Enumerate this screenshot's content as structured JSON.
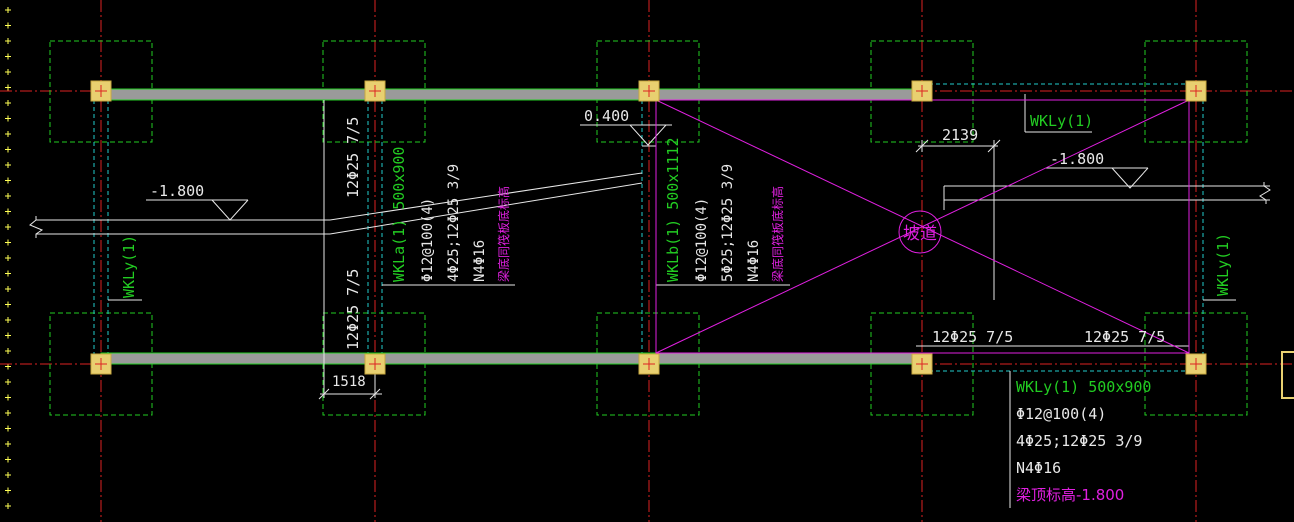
{
  "app": {
    "name": "CAD drawing canvas",
    "background": "#000000"
  },
  "colors": {
    "axis": "#dd2222",
    "footprint": "#22cc22",
    "beam_fill": "#9a9a9a",
    "beam_edge": "#22cc22",
    "column": "#e8d070",
    "dashed_cyan": "#22cccc",
    "text_green": "#22cc22",
    "text_white": "#e8e8e8",
    "text_magenta": "#e020e0",
    "ramp_outline": "#e020e0",
    "ruler_ticks": "#ffff55",
    "tab": "#e8d070"
  },
  "drawing": {
    "elevations": {
      "left": "-1.800",
      "middle": "0.400",
      "right": "-1.800"
    },
    "dimensions": {
      "right_top": "2139",
      "bottom_left": "1518"
    },
    "ramp": {
      "label": "坡道"
    },
    "rebar_vertical": {
      "left_upper": "12Φ25 7/5",
      "left_lower": "12Φ25 7/5"
    },
    "rebar_bottom": {
      "left": "12Φ25 7/5",
      "right": "12Φ25 7/5"
    },
    "beam_a": {
      "name": "WKLa(1) 500x900",
      "stirrup": "Φ12@100(4)",
      "bars": "4Φ25;12Φ25 3/9",
      "side": "N4Φ16",
      "note": "梁底同筏板底标高"
    },
    "beam_b": {
      "name": "WKLb(1) 500x1112",
      "stirrup": "Φ12@100(4)",
      "bars": "5Φ25;12Φ25 3/9",
      "side": "N4Φ16",
      "note": "梁底同筏板底标高"
    },
    "beam_y_labels": {
      "top_right": "WKLy(1)",
      "left_vertical": "WKLy(1)",
      "right_vertical": "WKLy(1)"
    },
    "beam_y_bottom": {
      "name": "WKLy(1) 500x900",
      "stirrup": "Φ12@100(4)",
      "bars": "4Φ25;12Φ25 3/9",
      "side": "N4Φ16",
      "elevation": "梁顶标高-1.800"
    }
  }
}
